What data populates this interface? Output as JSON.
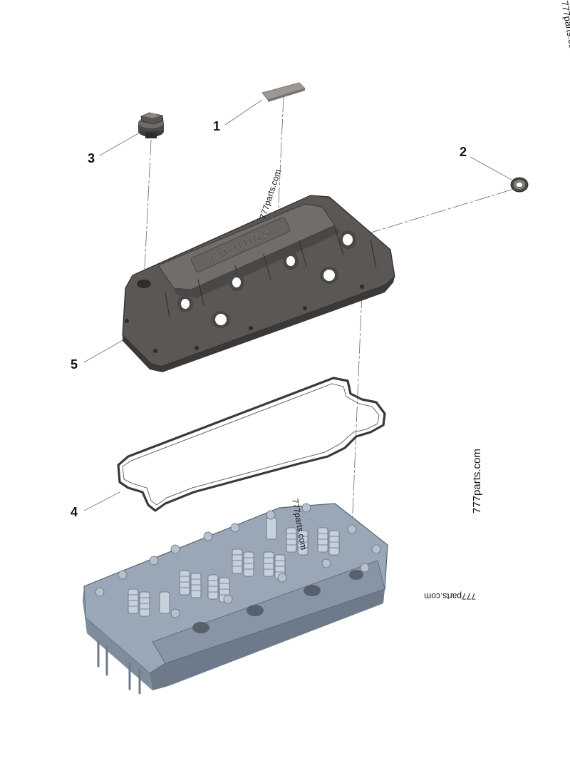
{
  "diagram": {
    "callouts": [
      {
        "id": "1",
        "label": "1"
      },
      {
        "id": "2",
        "label": "2"
      },
      {
        "id": "3",
        "label": "3"
      },
      {
        "id": "4",
        "label": "4"
      },
      {
        "id": "5",
        "label": "5"
      }
    ],
    "watermarks": [
      "777parts.com",
      "777parts.com",
      "777parts.com",
      "777parts.com",
      "777parts.com"
    ],
    "cover_emboss": "CUMMINS",
    "colors": {
      "cover": "#5a5755",
      "cover_dark": "#3b3937",
      "cover_light": "#8a8683",
      "head": "#9aa7b7",
      "head_dark": "#6d7a8a",
      "head_light": "#c7d1dc",
      "gasket": "#3a3a3a",
      "label_plate": "#9a9794"
    }
  }
}
